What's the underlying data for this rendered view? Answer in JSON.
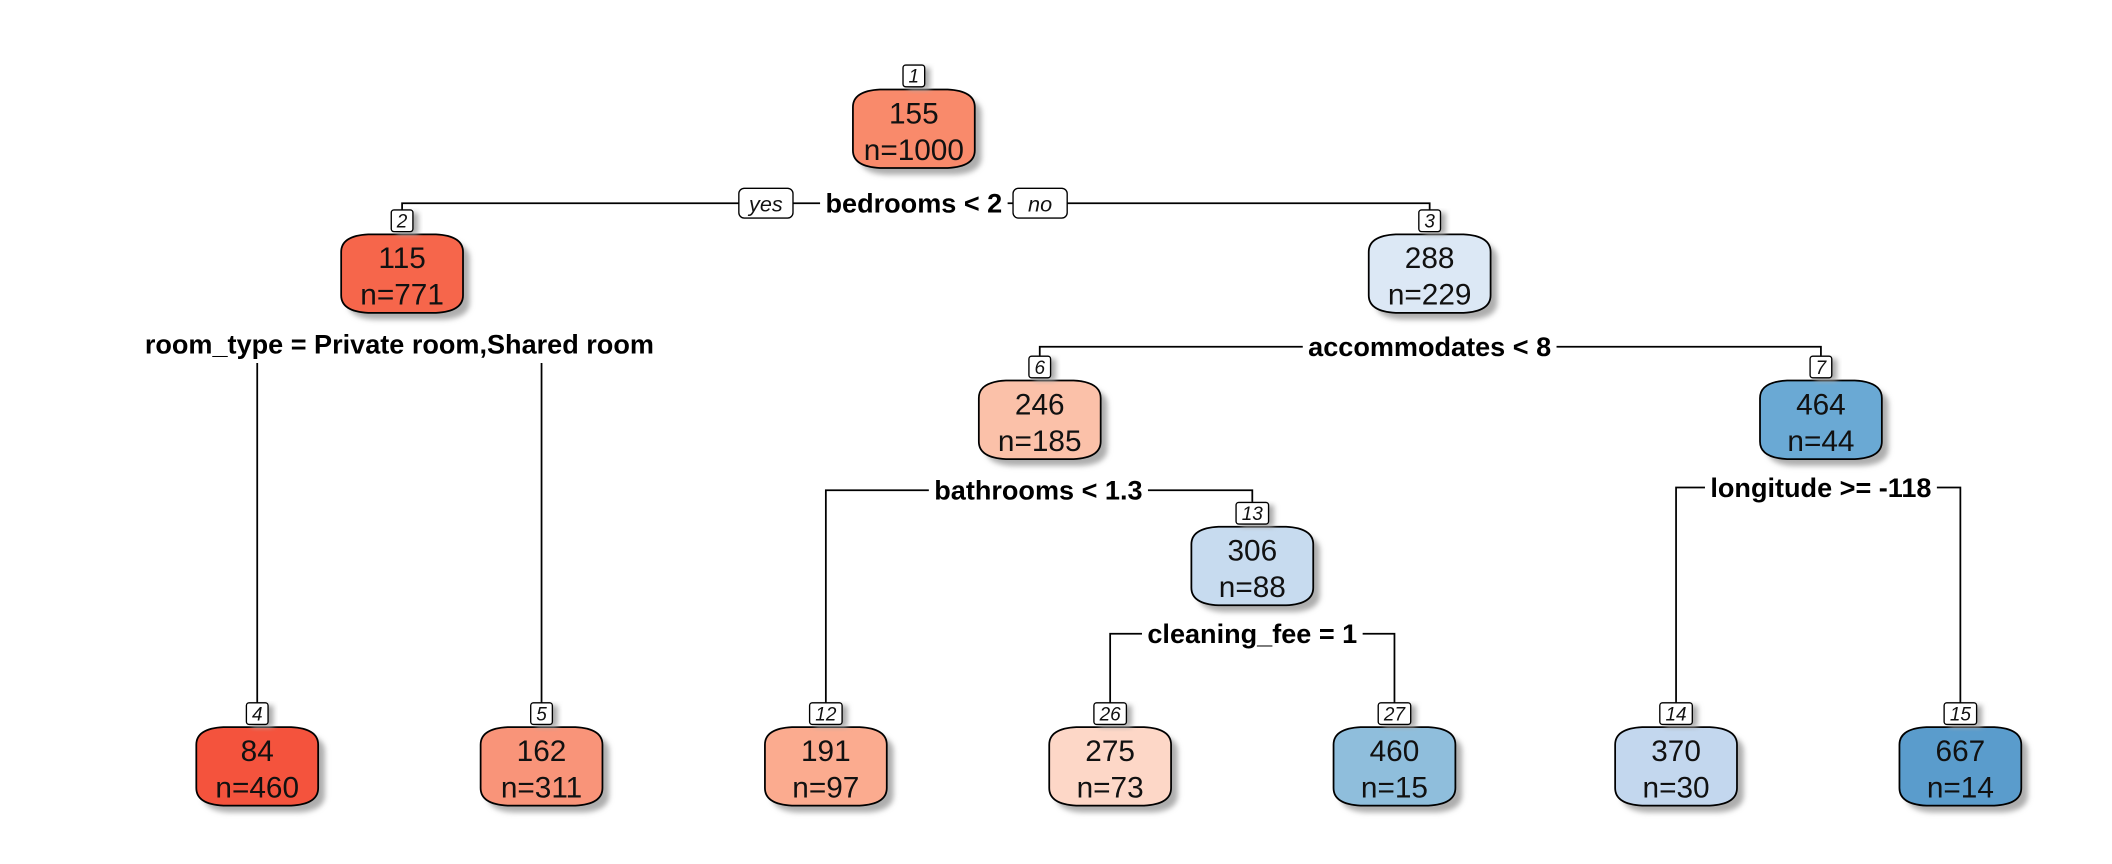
{
  "tree": {
    "nodes": [
      {
        "id": "1",
        "value": "155",
        "n": "n=1000",
        "color": "#F98A6B"
      },
      {
        "id": "2",
        "value": "115",
        "n": "n=771",
        "color": "#F6664B"
      },
      {
        "id": "3",
        "value": "288",
        "n": "n=229",
        "color": "#DCE8F5"
      },
      {
        "id": "4",
        "value": "84",
        "n": "n=460",
        "color": "#F4533D"
      },
      {
        "id": "5",
        "value": "162",
        "n": "n=311",
        "color": "#F99479"
      },
      {
        "id": "6",
        "value": "246",
        "n": "n=185",
        "color": "#FBC1A9"
      },
      {
        "id": "7",
        "value": "464",
        "n": "n=44",
        "color": "#6AA9D4"
      },
      {
        "id": "12",
        "value": "191",
        "n": "n=97",
        "color": "#FBAB8F"
      },
      {
        "id": "13",
        "value": "306",
        "n": "n=88",
        "color": "#C7DBEF"
      },
      {
        "id": "26",
        "value": "275",
        "n": "n=73",
        "color": "#FDD7C7"
      },
      {
        "id": "27",
        "value": "460",
        "n": "n=15",
        "color": "#8FBEDC"
      },
      {
        "id": "14",
        "value": "370",
        "n": "n=30",
        "color": "#C3D7EE"
      },
      {
        "id": "15",
        "value": "667",
        "n": "n=14",
        "color": "#5A9CCC"
      }
    ],
    "splits": [
      {
        "parent": "1",
        "text": "bedrooms < 2",
        "left": "2",
        "right": "3",
        "yes_label": "yes",
        "no_label": "no"
      },
      {
        "parent": "2",
        "text": "room_type = Private room,Shared room",
        "left": "4",
        "right": "5"
      },
      {
        "parent": "3",
        "text": "accommodates < 8",
        "left": "6",
        "right": "7"
      },
      {
        "parent": "6",
        "text": "bathrooms < 1.3",
        "left": "12",
        "right": "13"
      },
      {
        "parent": "13",
        "text": "cleaning_fee = 1",
        "left": "26",
        "right": "27"
      },
      {
        "parent": "7",
        "text": "longitude >= -118",
        "left": "14",
        "right": "15"
      }
    ]
  }
}
